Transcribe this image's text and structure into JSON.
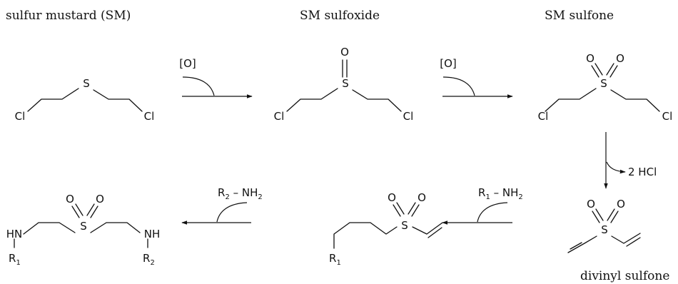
{
  "captions": {
    "sulfur_mustard": "sulfur mustard (SM)",
    "sulfoxide": "SM sulfoxide",
    "sulfone": "SM sulfone",
    "divinyl_sulfone": "divinyl sulfone"
  },
  "atoms": {
    "cl": "Cl",
    "s": "S",
    "o": "O",
    "hn": "HN",
    "nh": "NH",
    "r": "R",
    "sub1": "1",
    "sub2": "2"
  },
  "reagents": {
    "oxidant": "[O]",
    "byproduct": "2 HCl",
    "amine_r": "R",
    "amine_sub1": "1",
    "amine_sub2": "2",
    "amine_tail": " – NH",
    "amine_tail_sub": "2"
  }
}
